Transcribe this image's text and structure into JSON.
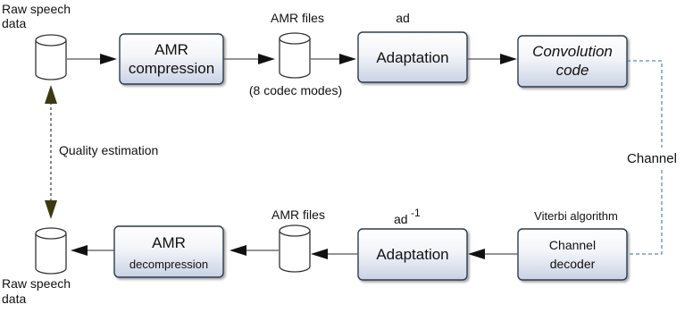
{
  "raw_speech_top": [
    "Raw speech",
    "data"
  ],
  "raw_speech_bottom": [
    "Raw speech",
    "data"
  ],
  "amr_compression": [
    "AMR",
    "compression"
  ],
  "amr_files_top": "AMR files",
  "codec_modes": "(8 codec modes)",
  "ad_top": "ad",
  "adaptation_top": "Adaptation",
  "convolution": [
    "Convolution",
    "code"
  ],
  "channel": "Channel",
  "viterbi": "Viterbi algorithm",
  "channel_decoder": [
    "Channel",
    "decoder"
  ],
  "ad_bottom": "ad",
  "ad_bottom_exp": "-1",
  "adaptation_bottom": "Adaptation",
  "amr_files_bottom": "AMR files",
  "amr_decompression": [
    "AMR",
    "decompression"
  ],
  "quality_estimation": "Quality estimation",
  "colors": {
    "box_top": "#ffffff",
    "box_bottom": "#c9d2e3",
    "box_border": "#2f3a4f",
    "channel_line": "#2d6aa3",
    "arrow": "#111111"
  }
}
